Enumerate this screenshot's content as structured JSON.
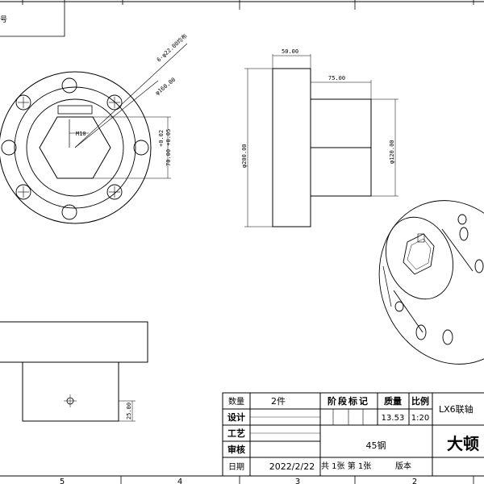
{
  "dimensions": {
    "holes_note": "6-φ22.00均布",
    "dia_160": "φ160.00",
    "slot_width": "M10",
    "tol_upper": "+0.02",
    "tol_lower": "70.00 +0.05",
    "top_width_50": "50.00",
    "top_width_75": "75.00",
    "dia_200": "φ200.00",
    "dia_120": "φ120.00",
    "dim_25": "25.00"
  },
  "title_block": {
    "quantity_label": "数量",
    "quantity_value": "2件",
    "design_label": "设计",
    "process_label": "工艺",
    "review_label": "审核",
    "date_label": "日期",
    "date_value": "2022/2/22",
    "stage_label": "阶段标记",
    "weight_label": "质量",
    "weight_value": "13.53",
    "scale_label": "比例",
    "scale_value": "1:20",
    "material": "45钢",
    "sheet_info": "共 1张 第 1张",
    "version_label": "版本",
    "drawing_name": "LX6联轴",
    "company": "大顿"
  },
  "zones": [
    "5",
    "4",
    "3",
    "2"
  ]
}
